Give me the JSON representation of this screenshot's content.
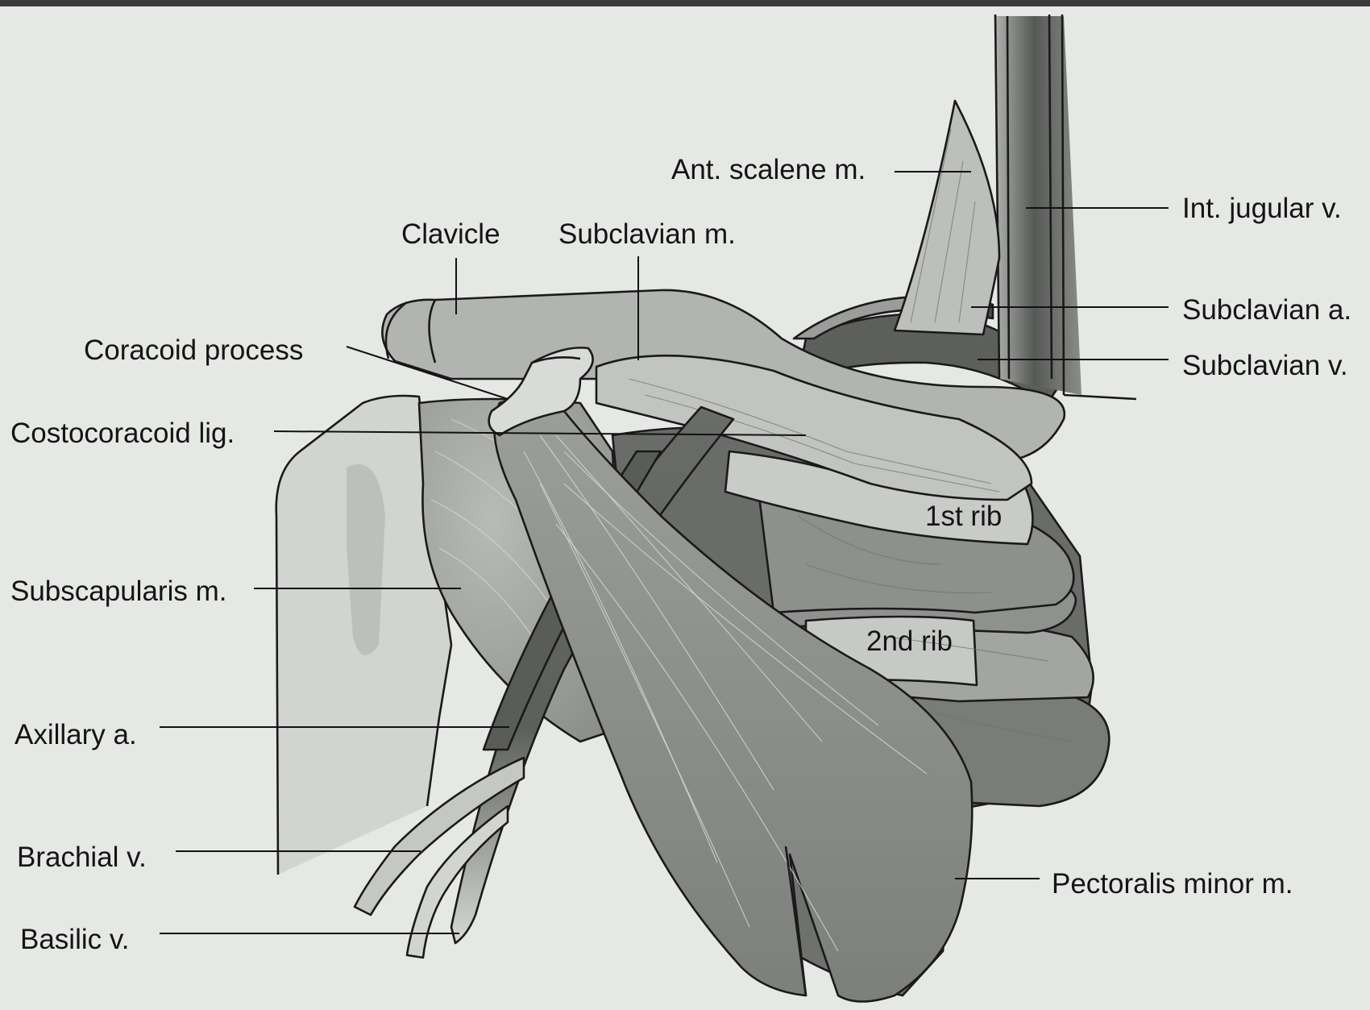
{
  "labels": {
    "ant_scalene": "Ant. scalene m.",
    "int_jugular": "Int. jugular v.",
    "clavicle": "Clavicle",
    "subclavian_m": "Subclavian m.",
    "subclavian_a": "Subclavian a.",
    "coracoid_process": "Coracoid process",
    "subclavian_v": "Subclavian v.",
    "costocoracoid_lig": "Costocoracoid lig.",
    "first_rib": "1st rib",
    "subscapularis": "Subscapularis m.",
    "second_rib": "2nd rib",
    "axillary_a": "Axillary a.",
    "brachial_v": "Brachial v.",
    "pectoralis_minor": "Pectoralis minor m.",
    "basilic_v": "Basilic v."
  }
}
